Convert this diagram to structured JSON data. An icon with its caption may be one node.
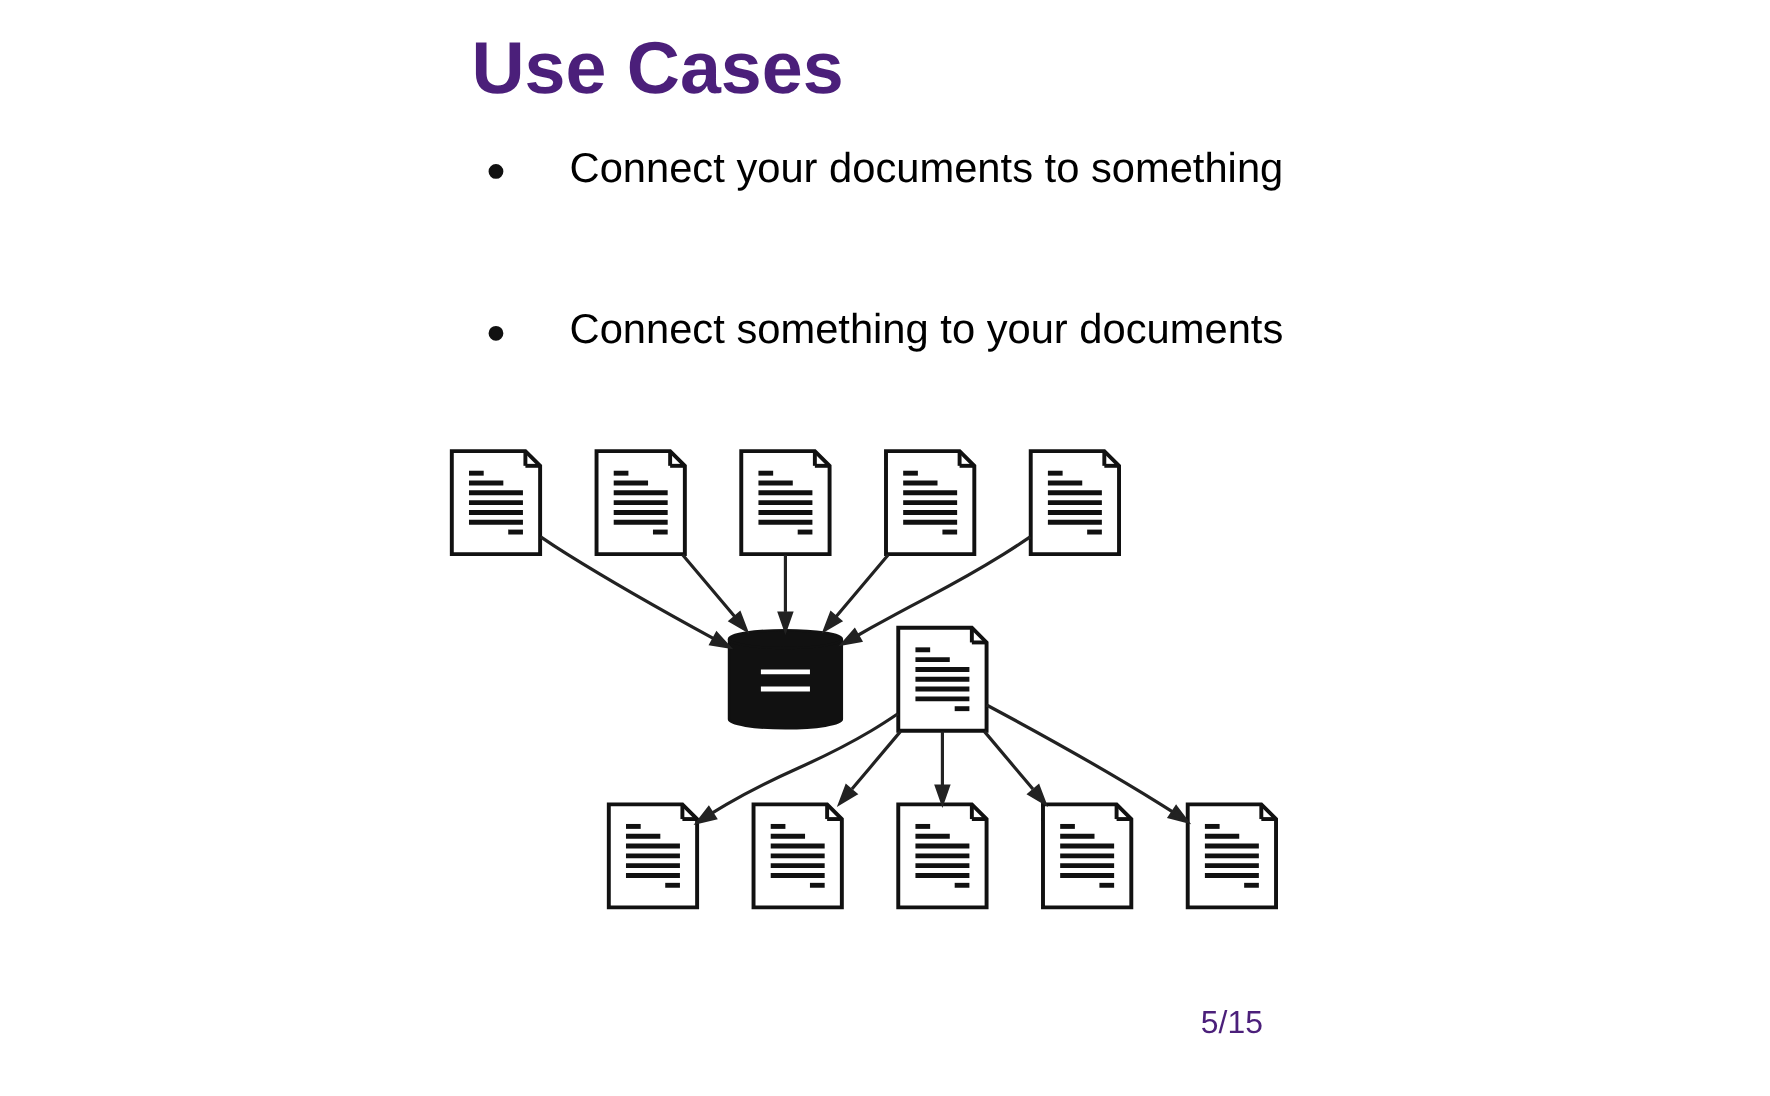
{
  "diagram": {
    "title": "Use Cases",
    "nodes": [
      {
        "text": [],
        "shape": "document"
      },
      {
        "text": [],
        "shape": "document"
      },
      {
        "text": [],
        "shape": "document"
      },
      {
        "text": [],
        "shape": "document"
      },
      {
        "text": [],
        "shape": "document"
      },
      {
        "text": [],
        "shape": "cylinder"
      },
      {
        "text": [],
        "shape": "document"
      },
      {
        "text": [],
        "shape": "document"
      },
      {
        "text": [],
        "shape": "document"
      },
      {
        "text": [],
        "shape": "document"
      },
      {
        "text": [],
        "shape": "document"
      },
      {
        "text": [],
        "shape": "document"
      }
    ],
    "edges": [
      {
        "from": 0,
        "to": 5,
        "arrow": "to"
      },
      {
        "from": 1,
        "to": 5,
        "arrow": "to"
      },
      {
        "from": 2,
        "to": 5,
        "arrow": "to"
      },
      {
        "from": 3,
        "to": 5,
        "arrow": "to"
      },
      {
        "from": 4,
        "to": 5,
        "arrow": "to"
      },
      {
        "from": 6,
        "to": 7,
        "arrow": "to"
      },
      {
        "from": 6,
        "to": 8,
        "arrow": "to"
      },
      {
        "from": 6,
        "to": 9,
        "arrow": "to"
      },
      {
        "from": 6,
        "to": 10,
        "arrow": "to"
      },
      {
        "from": 6,
        "to": 11,
        "arrow": "to"
      }
    ],
    "labels": [
      "Connect your documents to something",
      "Connect something to your documents",
      "5/15"
    ]
  }
}
